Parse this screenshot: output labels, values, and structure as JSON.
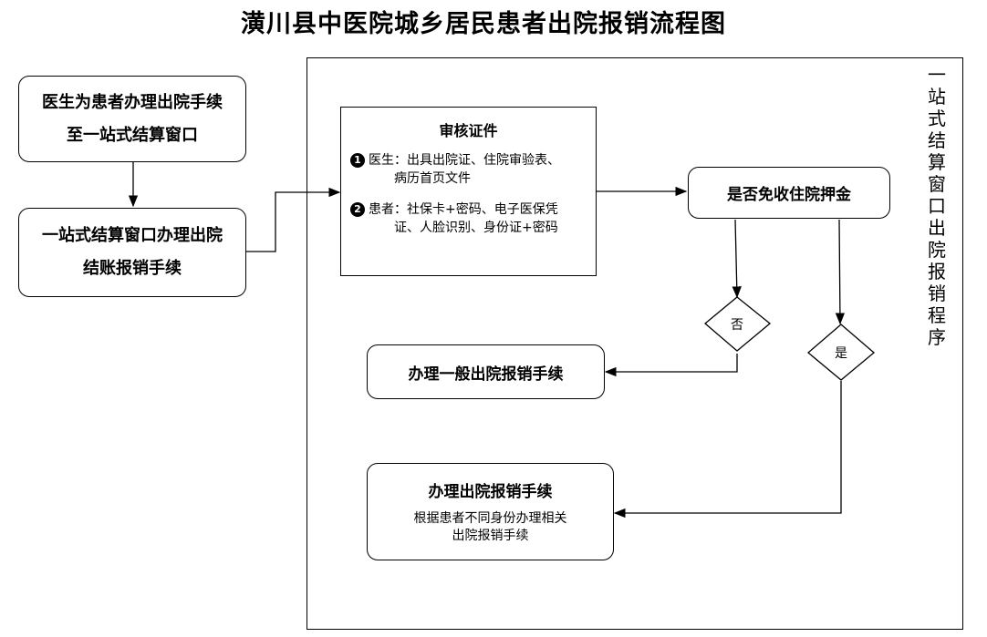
{
  "title": "潢川县中医院城乡居民患者出院报销流程图",
  "side_label": "一站式结算窗口出院报销程序",
  "steps": {
    "doctor": "医生为患者办理出院手续至一站式结算窗口",
    "window": "一站式结算窗口办理出院结账报销手续",
    "review": {
      "heading": "审核证件",
      "item1": {
        "num": "1",
        "line1": "医生：出具出院证、住院审验表、",
        "line2": "病历首页文件"
      },
      "item2": {
        "num": "2",
        "line1": "患者：社保卡+密码、电子医保凭",
        "line2": "证、人脸识别、身份证+密码"
      }
    },
    "decision": "是否免收住院押金",
    "no_label": "否",
    "yes_label": "是",
    "general": "办理一般出院报销手续",
    "discharge": {
      "heading": "办理出院报销手续",
      "desc1": "根据患者不同身份办理相关",
      "desc2": "出院报销手续"
    }
  }
}
